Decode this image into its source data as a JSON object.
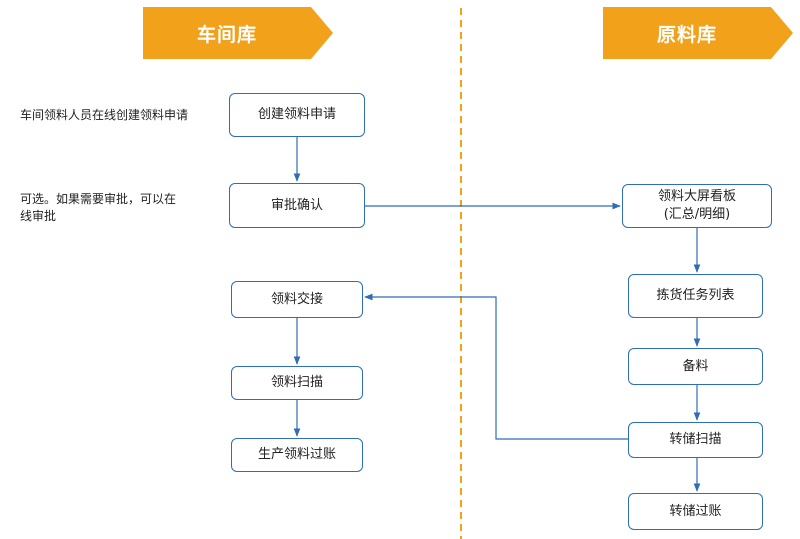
{
  "lanes": {
    "left": {
      "title": "车间库"
    },
    "right": {
      "title": "原料库"
    }
  },
  "notes": {
    "create_note": "车间领料人员在线创建领料申请",
    "approve_note": "可选。如果需要审批，可以在线审批"
  },
  "nodes": {
    "create_request": "创建领料申请",
    "approve_confirm": "审批确认",
    "dashboard_line1": "领料大屏看板",
    "dashboard_line2": "(汇总/明细)",
    "pick_task_list": "拣货任务列表",
    "prepare_material": "备料",
    "transfer_scan": "转储扫描",
    "transfer_post": "转储过账",
    "handover": "领料交接",
    "scan": "领料扫描",
    "production_post": "生产领料过账"
  },
  "colors": {
    "banner": "#f2a11b",
    "divider": "#f2a11b",
    "connector": "#2f6db5"
  }
}
